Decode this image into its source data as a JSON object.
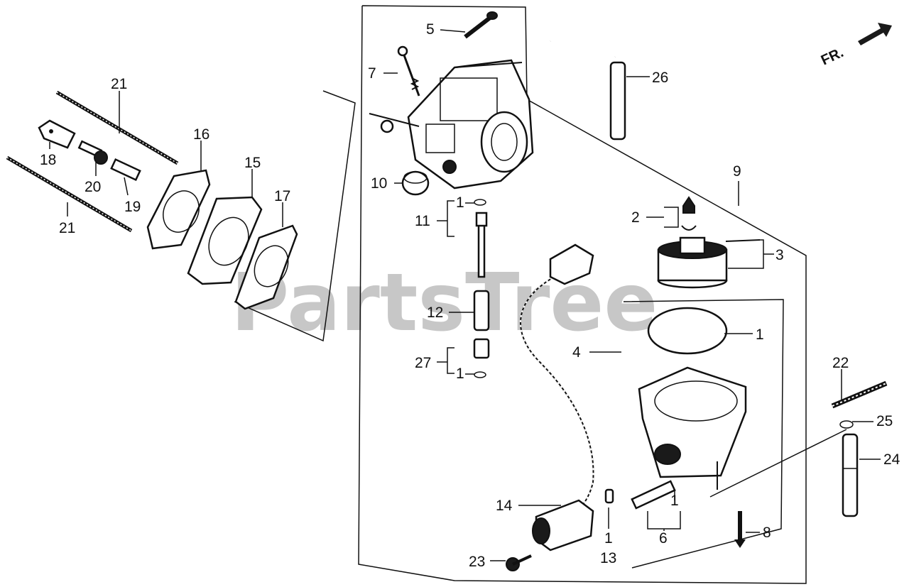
{
  "watermark": "PartsTree",
  "direction_marker": "FR.",
  "callouts": {
    "c1a": "1",
    "c1b": "1",
    "c1c": "1",
    "c1d": "1",
    "c1e": "1",
    "c2": "2",
    "c3": "3",
    "c4": "4",
    "c5": "5",
    "c6": "6",
    "c7": "7",
    "c8": "8",
    "c9": "9",
    "c10": "10",
    "c11": "11",
    "c12": "12",
    "c13": "13",
    "c14": "14",
    "c15": "15",
    "c16": "16",
    "c17": "17",
    "c18": "18",
    "c19": "19",
    "c20": "20",
    "c21a": "21",
    "c21b": "21",
    "c22": "22",
    "c23": "23",
    "c24": "24",
    "c25": "25",
    "c26": "26",
    "c27": "27"
  }
}
